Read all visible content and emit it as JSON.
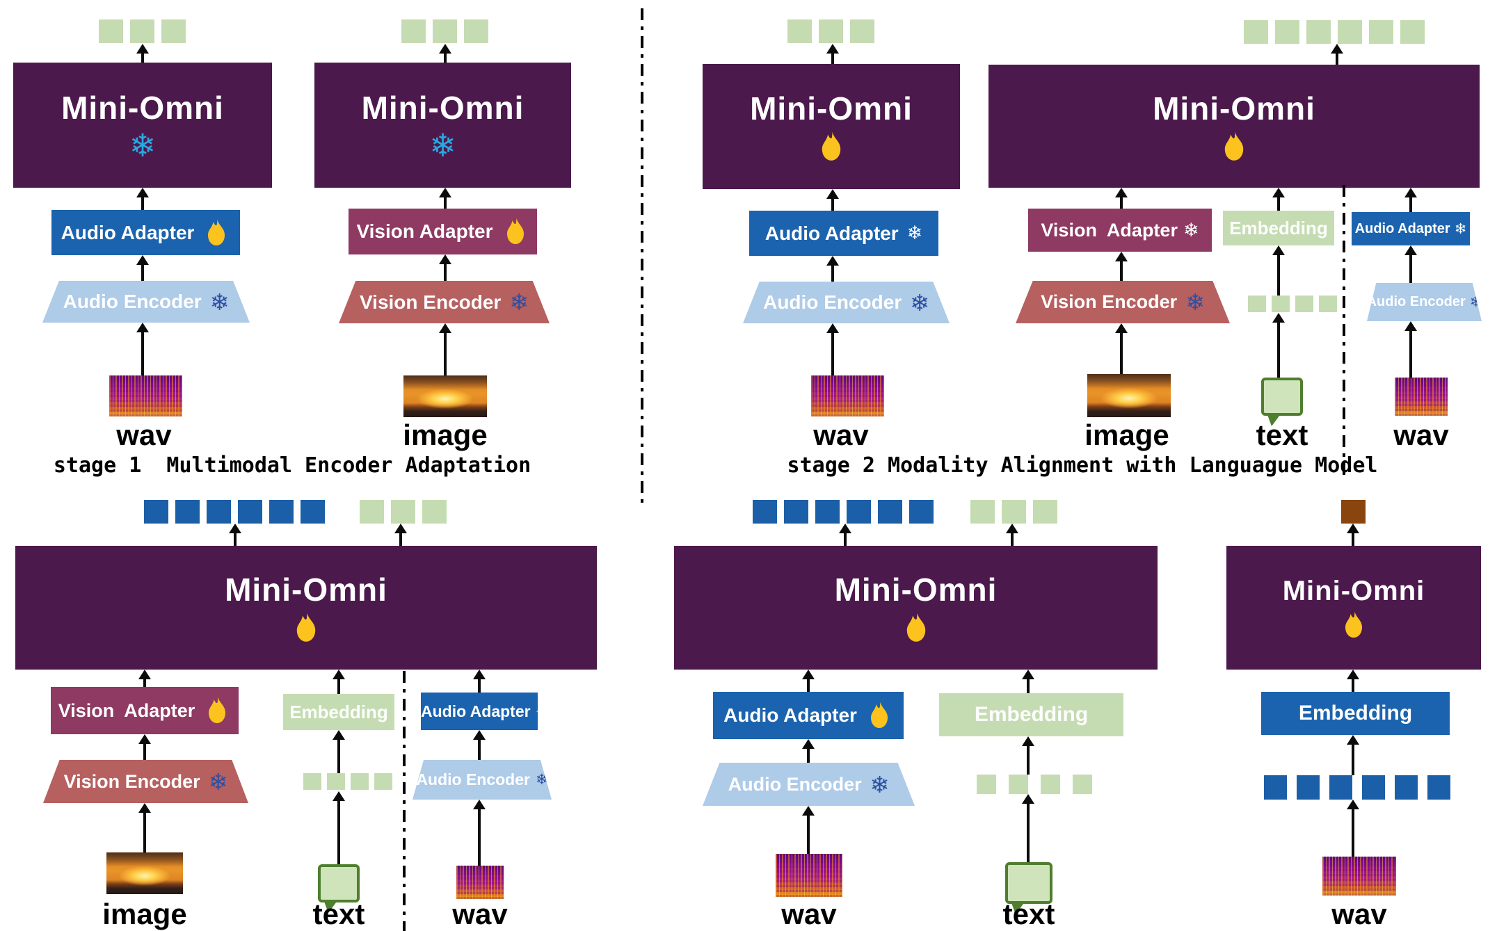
{
  "labels": {
    "model": "Mini-Omni",
    "audio_adapter": "Audio Adapter",
    "audio_encoder": "Audio Encoder",
    "vision_adapter": "Vision Adapter",
    "vision_adapter_wide": "Vision  Adapter",
    "vision_encoder": "Vision Encoder",
    "embedding": "Embedding",
    "wav": "wav",
    "image": "image",
    "text": "text"
  },
  "captions": {
    "stage1": "stage 1  Multimodal Encoder Adaptation",
    "stage2": "stage 2 Modality Alignment with Languague Model"
  },
  "icons": {
    "frozen": "❄",
    "trainable": "flame-icon"
  },
  "palette": {
    "purple": "#4c194d",
    "blue": "#1b63ae",
    "lightblue": "#aecbe8",
    "maroon": "#8e3a62",
    "red": "#b76060",
    "green": "#c5dcb2",
    "tokblue": "#1b5fa8",
    "brown": "#8a450e",
    "gold": "#fcc21e",
    "cyan": "#27a9e1",
    "navy": "#2d4fa2"
  },
  "tokenGroups": {
    "s1_audio_out": {
      "count": 3,
      "color": "green"
    },
    "s1_vision_out": {
      "count": 3,
      "color": "green"
    },
    "s2_audio_out": {
      "count": 3,
      "color": "green"
    },
    "s2_multi_out": {
      "count": 6,
      "color": "green"
    },
    "s2_text_in": {
      "count": 4,
      "color": "green"
    },
    "s3l_out_audio": {
      "count": 6,
      "color": "blue"
    },
    "s3l_out_text": {
      "count": 3,
      "color": "green"
    },
    "s3l_text_in": {
      "count": 4,
      "color": "green"
    },
    "s3r_out_audio": {
      "count": 6,
      "color": "blue"
    },
    "s3r_out_text": {
      "count": 3,
      "color": "green"
    },
    "s3r_text_in": {
      "count": 4,
      "color": "green"
    },
    "s3r2_out": {
      "count": 1,
      "color": "brown"
    },
    "s3r2_audio_in": {
      "count": 6,
      "color": "blue"
    }
  }
}
